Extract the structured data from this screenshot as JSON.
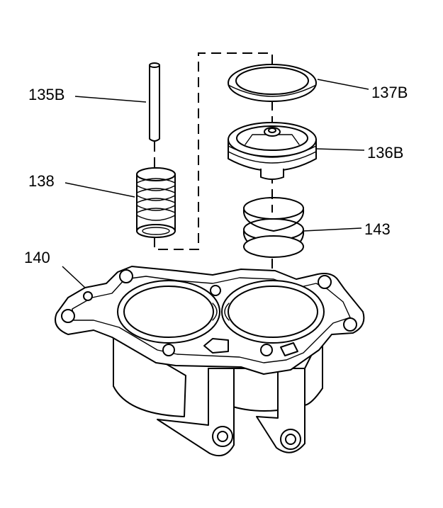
{
  "callouts": {
    "pin": "135B",
    "small_spring": "138",
    "housing": "140",
    "seal_ring": "137B",
    "valve": "136B",
    "large_spring": "143"
  }
}
